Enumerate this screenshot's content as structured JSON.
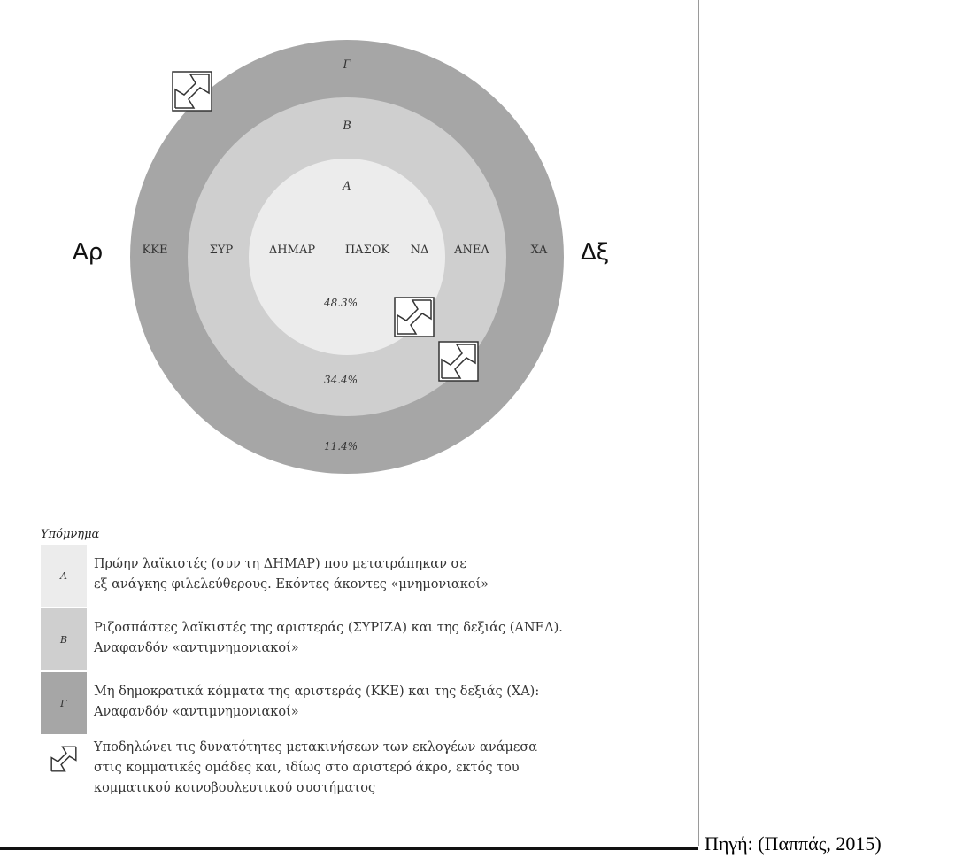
{
  "diagram": {
    "sides": {
      "left": "Αρ",
      "right": "Δξ"
    },
    "rings": [
      {
        "id": "C",
        "letter": "Γ",
        "percent": "11.4%",
        "color": "#a6a6a6"
      },
      {
        "id": "B",
        "letter": "Β",
        "percent": "34.4%",
        "color": "#cfcfcf"
      },
      {
        "id": "A",
        "letter": "Α",
        "percent": "48.3%",
        "color": "#ececec"
      }
    ],
    "parties": [
      "ΚΚΕ",
      "ΣΥΡ",
      "ΔΗΜΑΡ",
      "ΠΑΣΟΚ",
      "ΝΔ",
      "ΑΝΕΛ",
      "ΧΑ"
    ],
    "movement_icon": "movement-arrows-icon"
  },
  "legend": {
    "title": "Υπόμνημα",
    "items": [
      {
        "key": "Α",
        "color": "#ececec",
        "lines": [
          "Πρώην λαϊκιστές (συν τη ΔΗΜΑΡ) που μετατράπηκαν σε",
          "εξ ανάγκης φιλελεύθερους. Εκόντες άκοντες «μνημονιακοί»"
        ]
      },
      {
        "key": "Β",
        "color": "#cfcfcf",
        "lines": [
          "Ριζοσπάστες λαϊκιστές της αριστεράς (ΣΥΡΙΖΑ) και της δεξιάς (ΑΝΕΛ).",
          "Αναφανδόν «αντιμνημονιακοί»"
        ]
      },
      {
        "key": "Γ",
        "color": "#a6a6a6",
        "lines": [
          "Μη δημοκρατικά κόμματα της αριστεράς (ΚΚΕ) και της δεξιάς (ΧΑ):",
          "Αναφανδόν «αντιμνημονιακοί»"
        ]
      },
      {
        "key": "",
        "icon": "movement-arrows-icon",
        "lines": [
          "Υποδηλώνει τις δυνατότητες μετακινήσεων των εκλογέων ανάμεσα",
          "στις κομματικές ομάδες και, ιδίως στο αριστερό άκρο, εκτός του",
          "κομματικού κοινοβουλευτικού συστήματος"
        ]
      }
    ]
  },
  "source": "Πηγή: (Παππάς, 2015)"
}
